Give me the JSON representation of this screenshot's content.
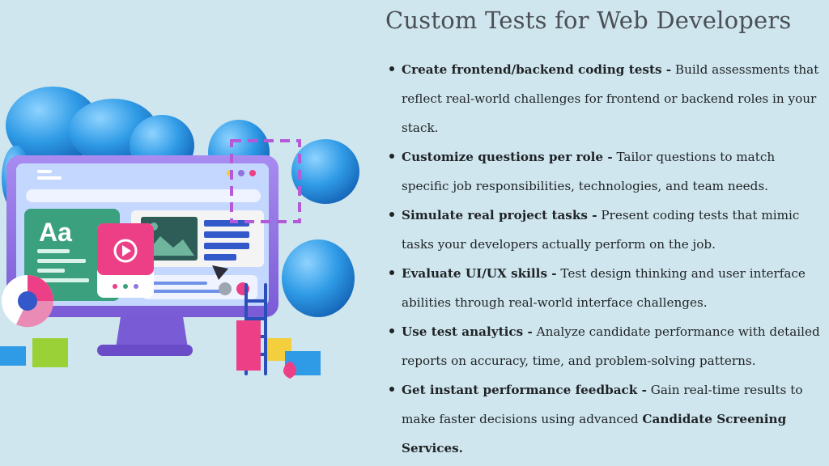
{
  "title": "Custom Tests for Web Developers",
  "illustration": {
    "font_sample": "Aa"
  },
  "bullets": [
    {
      "lead": "Create frontend/backend coding tests -",
      "text": " Build assessments that reflect real-world challenges for frontend or backend roles in your stack."
    },
    {
      "lead": "Customize questions per role -",
      "text": " Tailor questions to match specific job responsibilities, technologies, and team needs."
    },
    {
      "lead": "Simulate real project tasks -",
      "text": " Present coding tests that mimic tasks your developers actually perform on the job."
    },
    {
      "lead": "Evaluate UI/UX skills -",
      "text": " Test design thinking and user interface abilities through real-world interface challenges."
    },
    {
      "lead": "Use test analytics -",
      "text": " Analyze candidate performance with detailed reports on accuracy, time, and problem-solving patterns."
    },
    {
      "lead": "Get instant performance feedback -",
      "text": " Gain real-time results to make faster decisions using advanced ",
      "link": "Candidate Screening Services."
    }
  ],
  "colors": {
    "background": "#cfe6ee",
    "blob_blue": "#2f9be6",
    "monitor_frame": "#8f74de",
    "accent_pink": "#ec3f86",
    "panel_green": "#3aa07d",
    "dashed_purple": "#b45ad8"
  }
}
